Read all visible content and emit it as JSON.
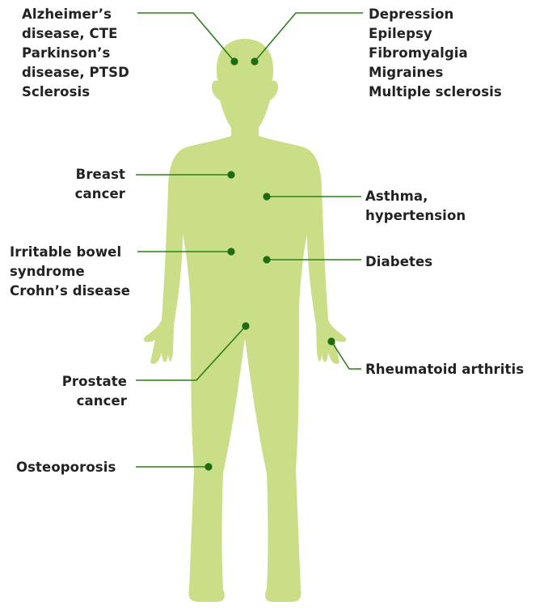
{
  "colors": {
    "body_fill": "#c9de87",
    "leader_line": "#2e7d1e",
    "dot": "#1f6b12",
    "label_text": "#222222"
  },
  "labels": {
    "neuro_left": "Alzheimer’s\ndisease, CTE\nParkinson’s\ndisease, PTSD\nSclerosis",
    "neuro_right": "Depression\nEpilepsy\nFibromyalgia\nMigraines\nMultiple sclerosis",
    "breast": "Breast\ncancer",
    "asthma": "Asthma,\nhypertension",
    "ibs": "Irritable bowel\nsyndrome\nCrohn’s disease",
    "diabetes": "Diabetes",
    "rheumatoid": "Rheumatoid arthritis",
    "prostate": "Prostate\ncancer",
    "osteoporosis": "Osteoporosis"
  }
}
